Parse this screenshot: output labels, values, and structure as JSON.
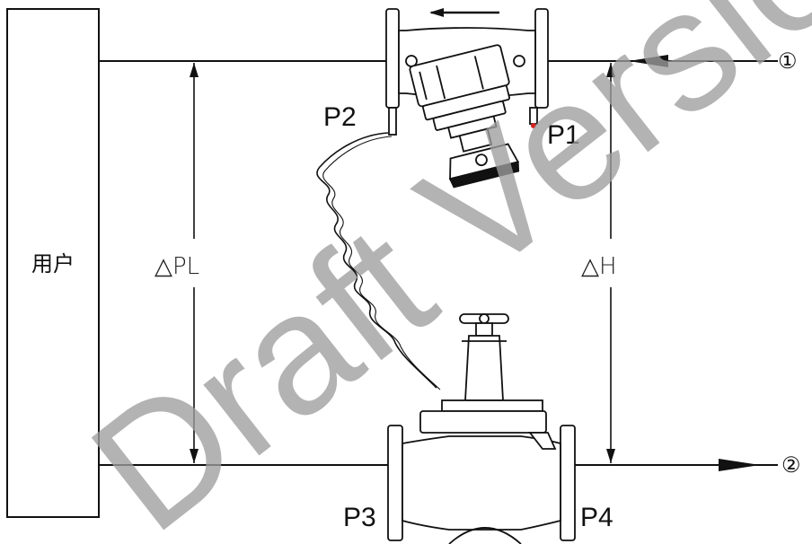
{
  "labels": {
    "user": "用户",
    "delta_pl": "△PL",
    "delta_h": "△H",
    "p1": "P1",
    "p2": "P2",
    "p3": "P3",
    "p4": "P4",
    "port_in": "①",
    "port_out": "②"
  },
  "watermark": "Draft Version",
  "colors": {
    "line": "#111111",
    "watermark": "#9e9e9e",
    "tap_accent": "#d62020"
  }
}
